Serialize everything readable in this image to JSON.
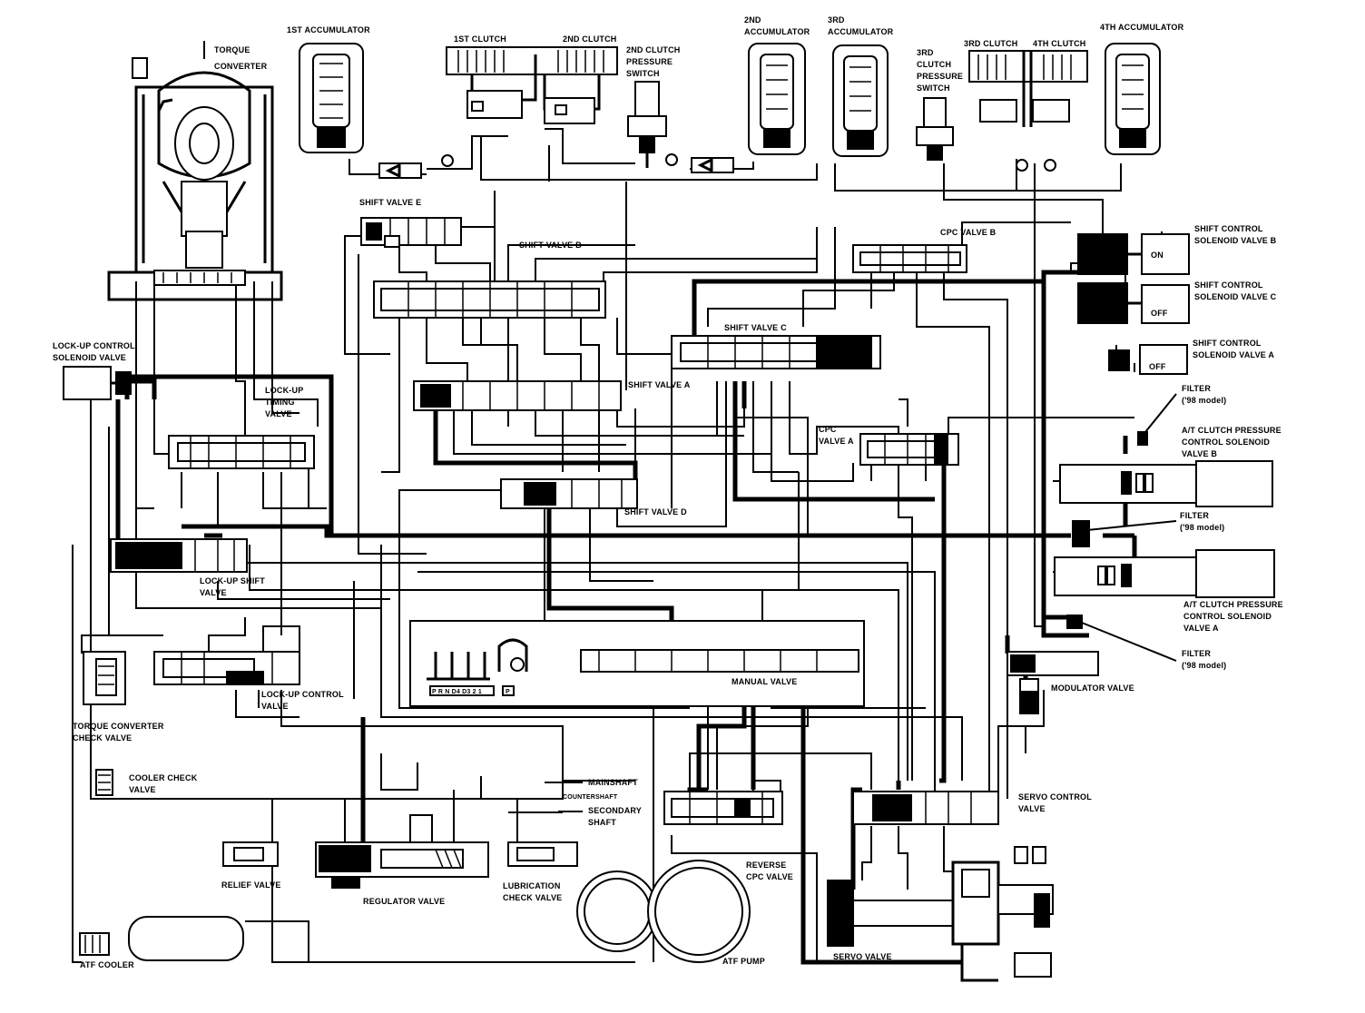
{
  "labels": {
    "torque_converter": [
      "TORQUE",
      "CONVERTER"
    ],
    "first_accumulator": [
      "1ST ACCUMULATOR"
    ],
    "first_clutch": [
      "1ST CLUTCH"
    ],
    "second_clutch": [
      "2ND CLUTCH"
    ],
    "second_clutch_pressure_switch": [
      "2ND CLUTCH",
      "PRESSURE",
      "SWITCH"
    ],
    "second_accumulator": [
      "2ND",
      "ACCUMULATOR"
    ],
    "third_accumulator": [
      "3RD",
      "ACCUMULATOR"
    ],
    "third_clutch_pressure_switch": [
      "3RD",
      "CLUTCH",
      "PRESSURE",
      "SWITCH"
    ],
    "third_clutch": [
      "3RD CLUTCH"
    ],
    "fourth_clutch": [
      "4TH CLUTCH"
    ],
    "fourth_accumulator": [
      "4TH ACCUMULATOR"
    ],
    "shift_valve_e": [
      "SHIFT VALVE E"
    ],
    "shift_valve_b": [
      "SHIFT VALVE B"
    ],
    "cpc_valve_b": [
      "CPC VALVE B"
    ],
    "shift_control_solenoid_valve_b": [
      "SHIFT CONTROL",
      "SOLENOID VALVE B"
    ],
    "shift_control_solenoid_valve_c": [
      "SHIFT CONTROL",
      "SOLENOID VALVE C"
    ],
    "shift_control_solenoid_valve_a": [
      "SHIFT CONTROL",
      "SOLENOID VALVE A"
    ],
    "shift_valve_c": [
      "SHIFT VALVE C"
    ],
    "shift_valve_a": [
      "SHIFT VALVE A"
    ],
    "lock_up_control_solenoid_valve": [
      "LOCK-UP CONTROL",
      "SOLENOID VALVE"
    ],
    "lock_up_timing_valve": [
      "LOCK-UP",
      "TIMING",
      "VALVE"
    ],
    "cpc_valve_a": [
      "CPC",
      "VALVE A"
    ],
    "filter_98_top": [
      "FILTER",
      "('98 model)"
    ],
    "at_clutch_pressure_control_solenoid_valve_b": [
      "A/T CLUTCH PRESSURE",
      "CONTROL SOLENOID",
      "VALVE B"
    ],
    "shift_valve_d": [
      "SHIFT VALVE D"
    ],
    "filter_98_mid": [
      "FILTER",
      "('98 model)"
    ],
    "lock_up_shift_valve": [
      "LOCK-UP SHIFT",
      "VALVE"
    ],
    "at_clutch_pressure_control_solenoid_valve_a": [
      "A/T CLUTCH PRESSURE",
      "CONTROL SOLENOID",
      "VALVE A"
    ],
    "filter_98_low": [
      "FILTER",
      "('98 model)"
    ],
    "manual_valve": [
      "MANUAL VALVE"
    ],
    "modulator_valve": [
      "MODULATOR VALVE"
    ],
    "torque_converter_check_valve": [
      "TORQUE CONVERTER",
      "CHECK VALVE"
    ],
    "lock_up_control_valve": [
      "LOCK-UP CONTROL",
      "VALVE"
    ],
    "cooler_check_valve": [
      "COOLER CHECK",
      "VALVE"
    ],
    "mainshaft": [
      "MAINSHAFT"
    ],
    "countershaft": [
      "COUNTERSHAFT"
    ],
    "secondary_shaft": [
      "SECONDARY",
      "SHAFT"
    ],
    "servo_control_valve": [
      "SERVO CONTROL",
      "VALVE"
    ],
    "reverse_cpc_valve": [
      "REVERSE",
      "CPC VALVE"
    ],
    "relief_valve": [
      "RELIEF VALVE"
    ],
    "regulator_valve": [
      "REGULATOR VALVE"
    ],
    "lubrication_check_valve": [
      "LUBRICATION",
      "CHECK VALVE"
    ],
    "atf_cooler": [
      "ATF COOLER"
    ],
    "atf_pump": [
      "ATF PUMP"
    ],
    "servo_valve": [
      "SERVO VALVE"
    ]
  },
  "solenoid_states": {
    "valve_b": "ON",
    "valve_c": "OFF",
    "valve_a": "OFF"
  },
  "manual_valve_positions": "P R N D4 D3 2 1",
  "manual_valve_p_box": "P"
}
